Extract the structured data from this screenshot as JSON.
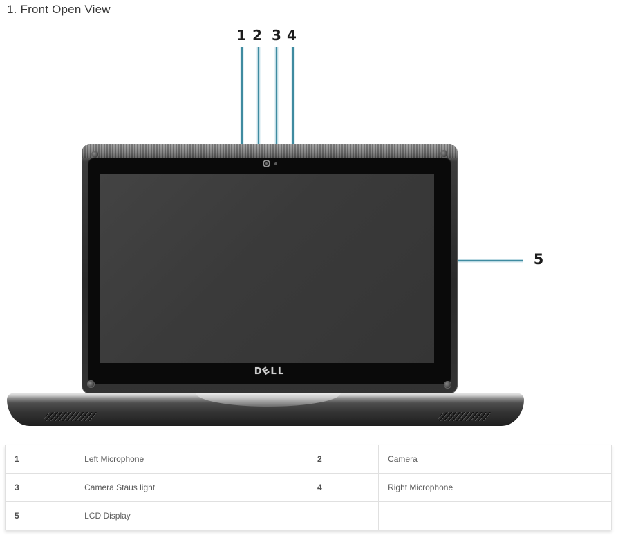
{
  "page": {
    "title": "1. Front Open View"
  },
  "figure": {
    "logo": {
      "d": "D",
      "e": "E",
      "ll": "LL"
    },
    "callouts": [
      {
        "number": "1",
        "label": "Left Microphone"
      },
      {
        "number": "2",
        "label": "Camera"
      },
      {
        "number": "3",
        "label": "Camera Staus light"
      },
      {
        "number": "4",
        "label": "Right Microphone"
      },
      {
        "number": "5",
        "label": "LCD Display"
      }
    ]
  },
  "table": {
    "rows": [
      {
        "cells": [
          {
            "num": "1",
            "label": "Left Microphone"
          },
          {
            "num": "2",
            "label": "Camera"
          }
        ]
      },
      {
        "cells": [
          {
            "num": "3",
            "label": "Camera Staus light"
          },
          {
            "num": "4",
            "label": "Right Microphone"
          }
        ]
      },
      {
        "cells": [
          {
            "num": "5",
            "label": "LCD Display"
          },
          {
            "num": "",
            "label": ""
          }
        ]
      }
    ]
  },
  "colors": {
    "accent_line": "#3f8ba0",
    "accent_line_halo": "#cfe6ed",
    "callout_number": "#1c1c1c",
    "title_text": "#383838",
    "table_text": "#5c5c5c",
    "table_border": "#e0e0e0",
    "screen": "#3a3a3a",
    "bezel": "#0a0a0a",
    "logo_text": "#d0d0d0"
  }
}
